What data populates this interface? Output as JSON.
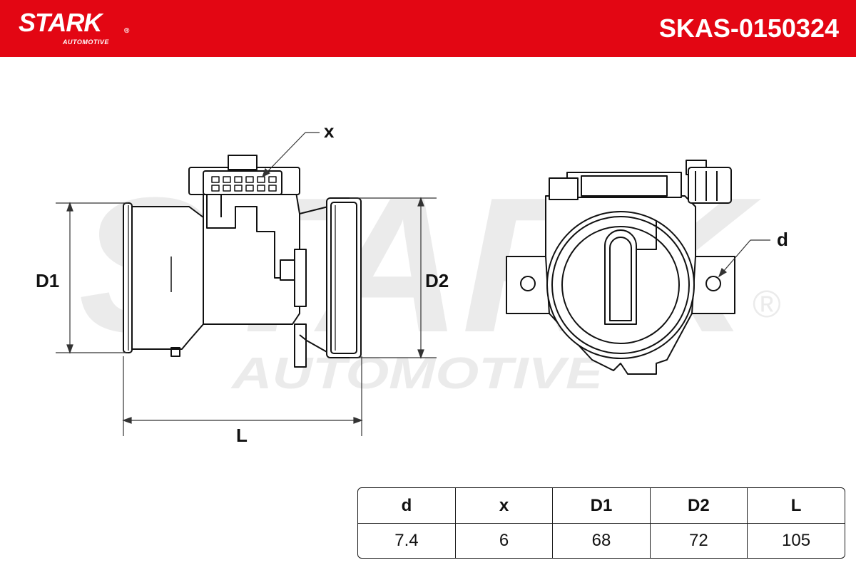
{
  "header": {
    "brand": "STARK",
    "brand_sub": "AUTOMOTIVE",
    "brand_mark": "®",
    "part_number": "SKAS-0150324",
    "background_color": "#e30613"
  },
  "watermark": {
    "main": "STARK",
    "sub": "AUTOMOTIVE",
    "mark": "®"
  },
  "drawing_labels": {
    "d1": "D1",
    "d2": "D2",
    "l": "L",
    "x": "x",
    "d": "d"
  },
  "dimensions_table": {
    "headers": [
      "d",
      "x",
      "D1",
      "D2",
      "L"
    ],
    "values": [
      "7.4",
      "6",
      "68",
      "72",
      "105"
    ]
  }
}
